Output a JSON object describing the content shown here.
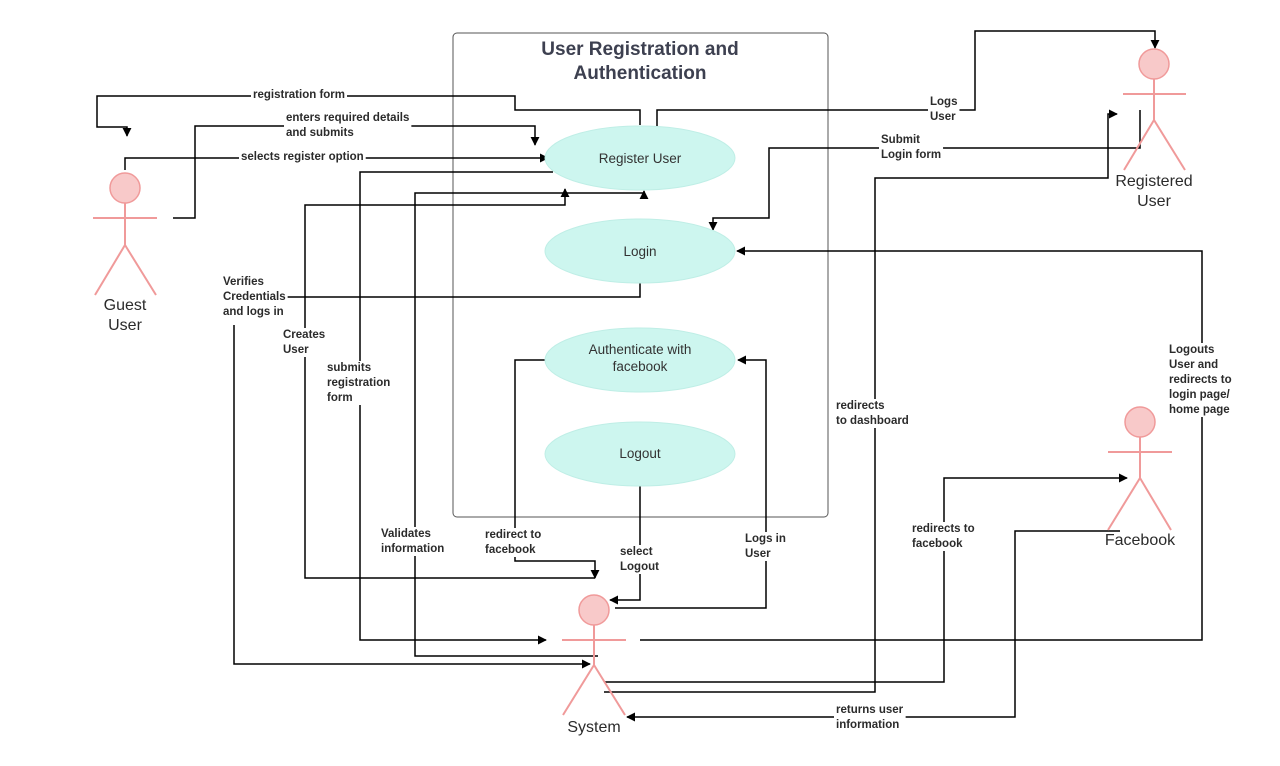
{
  "title": [
    "User Registration and",
    "Authentication"
  ],
  "colors": {
    "use_case_fill": "#cdf6ef",
    "actor_head_fill": "#f8c9c9",
    "actor_stroke": "#f09a9a",
    "boundary": "#555555"
  },
  "actors": {
    "guest": [
      "Guest",
      "User"
    ],
    "registered": [
      "Registered",
      "User"
    ],
    "facebook": [
      "Facebook"
    ],
    "system": [
      "System"
    ]
  },
  "use_cases": {
    "register": [
      "Register User"
    ],
    "login": [
      "Login"
    ],
    "auth_facebook": [
      "Authenticate with",
      "facebook"
    ],
    "logout": [
      "Logout"
    ]
  },
  "labels": {
    "registration_form": [
      "registration form"
    ],
    "enters_details": [
      "enters required details",
      "and submits"
    ],
    "selects_register": [
      "selects register option"
    ],
    "logs_user": [
      "Logs",
      "User"
    ],
    "submit_login": [
      "Submit",
      "Login form"
    ],
    "verifies": [
      "Verifies",
      "Credentials",
      "and logs in"
    ],
    "creates_user": [
      "Creates",
      "User"
    ],
    "submits_registration": [
      "submits",
      "registration",
      "form"
    ],
    "redirects_dashboard": [
      "redirects",
      "to dashboard"
    ],
    "logouts_user": [
      "Logouts",
      "User and",
      "redirects to",
      "login page/",
      "home page"
    ],
    "validates": [
      "Validates",
      "information"
    ],
    "redirect_to_facebook": [
      "redirect to",
      "facebook"
    ],
    "select_logout": [
      "select",
      "Logout"
    ],
    "logs_in_user": [
      "Logs in",
      "User"
    ],
    "redirects_to_facebook": [
      "redirects to",
      "facebook"
    ],
    "returns_user_info": [
      "returns user",
      "information"
    ]
  }
}
